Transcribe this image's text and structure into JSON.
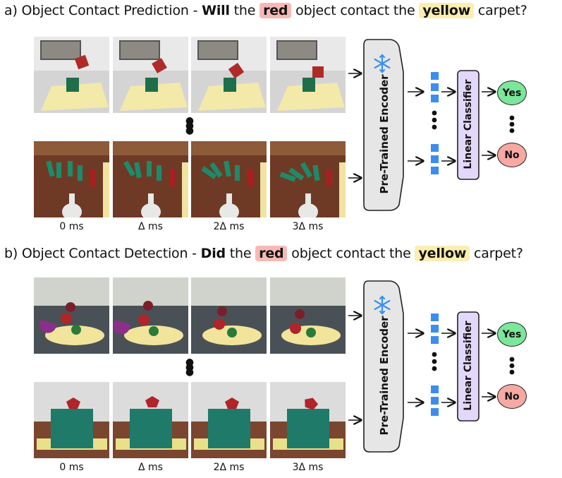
{
  "section_a": {
    "label": "a) Object Contact Prediction - ",
    "q_bold": "Will",
    "q_mid1": " the ",
    "q_red": "red",
    "q_mid2": " object contact the ",
    "q_yellow": "yellow",
    "q_end": " carpet?",
    "encoder": "Pre-Trained Encoder",
    "classifier": "Linear Classifier",
    "yes": "Yes",
    "no": "No"
  },
  "section_b": {
    "label": "b) Object Contact Detection - ",
    "q_bold": "Did",
    "q_mid1": " the ",
    "q_red": "red",
    "q_mid2": " object contact the ",
    "q_yellow": "yellow",
    "q_end": " carpet?",
    "encoder": "Pre-Trained Encoder",
    "classifier": "Linear Classifier",
    "yes": "Yes",
    "no": "No"
  },
  "time_labels_a": [
    "0 ms",
    "Δ ms",
    "2Δ ms",
    "3Δ ms"
  ],
  "time_labels_b": [
    "0 ms",
    "Δ ms",
    "2Δ ms",
    "3Δ ms"
  ],
  "icons": [
    "snowflake-icon",
    "arrow-right-icon",
    "vertical-ellipsis-icon"
  ],
  "colors": {
    "red_highlight": "#f7b9b5",
    "yellow_highlight": "#fbeeb0",
    "encoder_fill": "#e6e6e6",
    "classifier_fill": "#e3d8fb",
    "token_blue": "#3c8df0",
    "yes_fill": "#7be79a",
    "no_fill": "#f6a8a3",
    "snowflake": "#3b8ff2"
  }
}
